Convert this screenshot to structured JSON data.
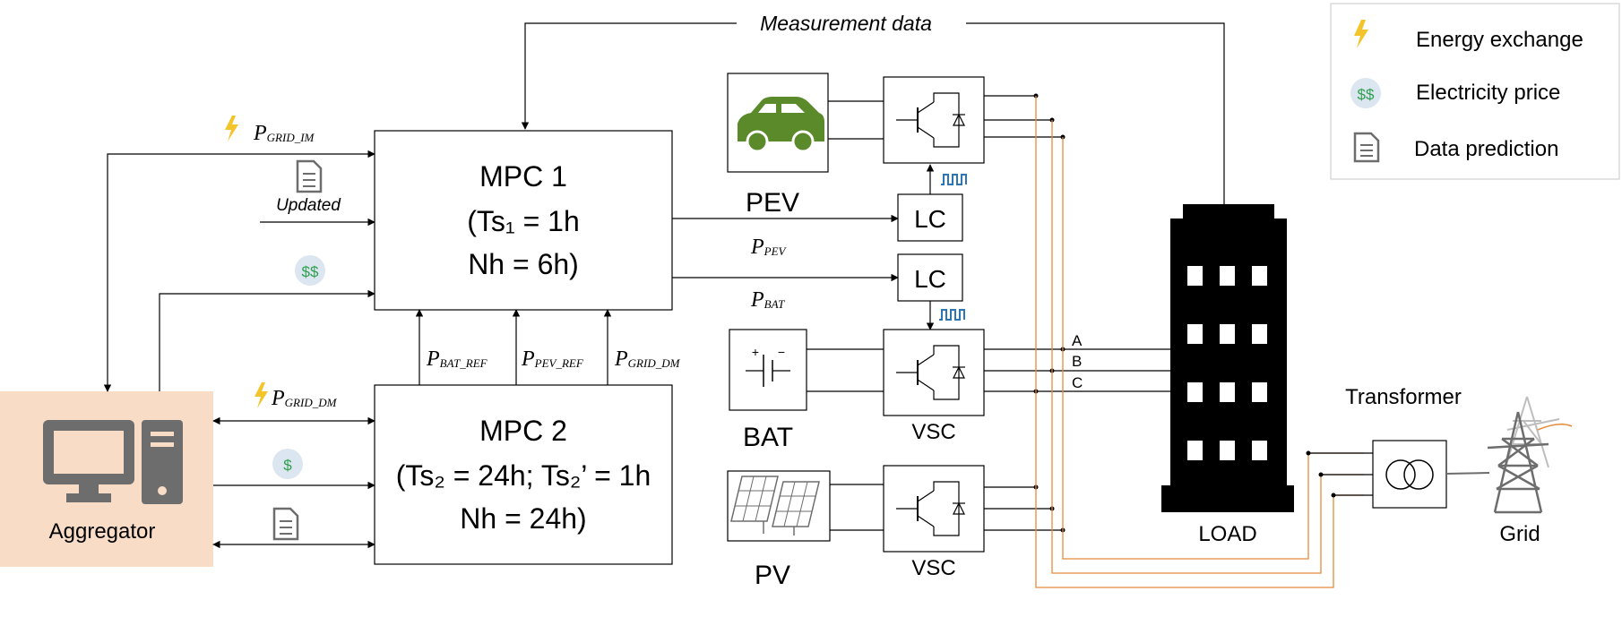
{
  "top": {
    "measurement_label": "Measurement data"
  },
  "legend": {
    "items": [
      {
        "icon": "lightning-icon",
        "label": "Energy exchange"
      },
      {
        "icon": "price-icon",
        "glyph": "$$",
        "label": "Electricity price"
      },
      {
        "icon": "document-icon",
        "label": "Data prediction"
      }
    ]
  },
  "mpc1": {
    "line1": "MPC 1",
    "line2": "(Ts₁ = 1h",
    "line3": "Nh = 6h)"
  },
  "mpc2": {
    "line1": "MPC 2",
    "line2": "(Ts₂ = 24h; Ts₂’ = 1h",
    "line3": "Nh = 24h)"
  },
  "aggregator": {
    "label": "Aggregator"
  },
  "mpc1_inputs": {
    "p_grid_im": {
      "main": "P",
      "sub": "GRID_IM"
    },
    "updated": "Updated",
    "price_glyph": "$$"
  },
  "mpc2_links": {
    "p_grid_dm": {
      "main": "P",
      "sub": "GRID_DM"
    },
    "price_glyph": "$"
  },
  "refs": [
    {
      "main": "P",
      "sub": "BAT_REF"
    },
    {
      "main": "P",
      "sub": "PEV_REF"
    },
    {
      "main": "P",
      "sub": "GRID_DM"
    }
  ],
  "outputs": {
    "p_pev": {
      "main": "P",
      "sub": "PEV"
    },
    "p_bat": {
      "main": "P",
      "sub": "BAT"
    }
  },
  "devices": {
    "pev": "PEV",
    "bat": "BAT",
    "pv": "PV"
  },
  "controllers": {
    "lc1": "LC",
    "lc2": "LC"
  },
  "converters": {
    "vsc_bat": "VSC",
    "vsc_pv": "VSC"
  },
  "phases": [
    "A",
    "B",
    "C"
  ],
  "load": {
    "label": "LOAD"
  },
  "transformer": {
    "label": "Transformer"
  },
  "grid": {
    "label": "Grid"
  },
  "colors": {
    "line": "#000000",
    "orange": "#e48b3c",
    "aggregator_bg": "#f8dcc6",
    "icon_grey": "#6d6d6d",
    "car_green": "#5a8a2a",
    "bolt": "#f4c42b",
    "price_green": "#2e9e4e",
    "price_bg": "#dce6f0",
    "pwm_blue": "#2e75b6"
  }
}
